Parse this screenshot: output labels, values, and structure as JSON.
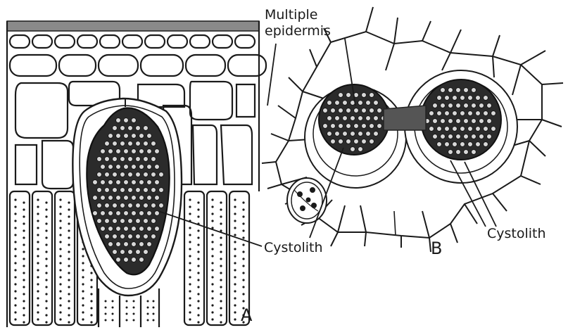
{
  "labels": {
    "multiple_line1": "Multiple",
    "multiple_line2": "epidermis",
    "cystolith_a": "Cystolith",
    "cystolith_b": "Cystolith",
    "panel_a": "A",
    "panel_b": "B"
  },
  "colors": {
    "ink": "#1a1a1a",
    "paper": "#ffffff"
  }
}
